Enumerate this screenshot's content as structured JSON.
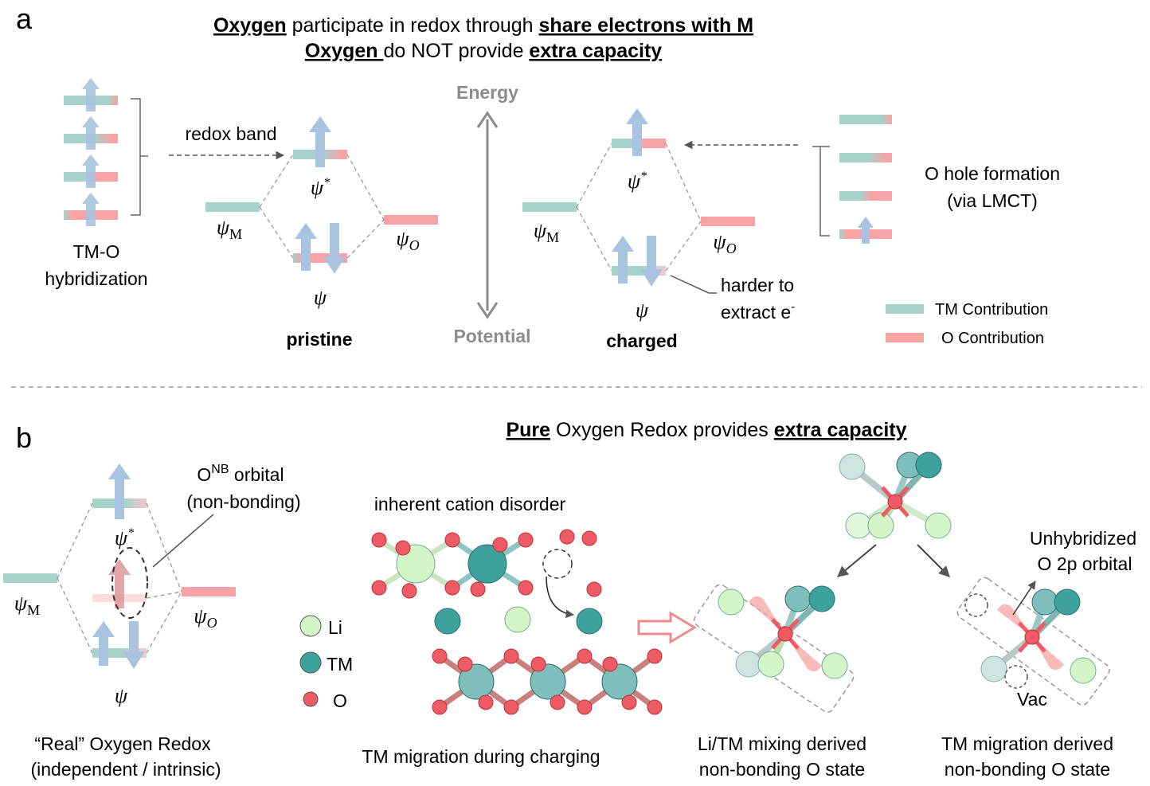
{
  "colors": {
    "tm": "#a7d3cb",
    "o": "#f7a3a5",
    "arrow": "#a9c3e0",
    "atom_li": "#d4f5c7",
    "atom_tm": "#3ea19c",
    "atom_o": "#ee5b67",
    "gray_text": "#8c8c8c"
  },
  "panel_a": {
    "label": "a",
    "heading": {
      "l1_u1": "Oxygen",
      "l1_mid": " participate in redox through ",
      "l1_u2": "share electrons with M",
      "l2_u1": " Oxygen ",
      "l2_mid": "do NOT provide ",
      "l2_u2": "extra capacity"
    },
    "hybrid_label_1": "TM-O",
    "hybrid_label_2": "hybridization",
    "redox_band": "redox band",
    "psi_star": "ψ*",
    "psi": "ψ",
    "psi_M": "ψM",
    "psi_O": "ψO",
    "pristine": "pristine",
    "charged": "charged",
    "energy": "Energy",
    "potential": "Potential",
    "harder_1": "harder to",
    "harder_2": "extract e-",
    "o_hole_1": "O hole formation",
    "o_hole_2": "(via LMCT)",
    "legend": {
      "tm": "TM Contribution",
      "o": "O Contribution"
    }
  },
  "panel_b": {
    "label": "b",
    "heading": {
      "u1": "Pure",
      "mid": " Oxygen Redox provides ",
      "u2": "extra capacity"
    },
    "onb_1": "ONB orbital",
    "onb_2": "(non-bonding)",
    "psi_star": "ψ*",
    "psi": "ψ",
    "psi_M": "ψM",
    "psi_O": "ψO",
    "real_1": "“Real” Oxygen Redox",
    "real_2": "(independent / intrinsic)",
    "cation_disorder": "inherent cation disorder",
    "legend": {
      "li": "Li",
      "tm": "TM",
      "o": "O"
    },
    "tm_migration": "TM migration during charging",
    "mixing_1": "Li/TM mixing derived",
    "mixing_2": "non-bonding O state",
    "migration_1": "TM migration derived",
    "migration_2": "non-bonding O state",
    "unhybrid_1": "Unhybridized",
    "unhybrid_2": "O 2p orbital",
    "vac": "Vac"
  }
}
